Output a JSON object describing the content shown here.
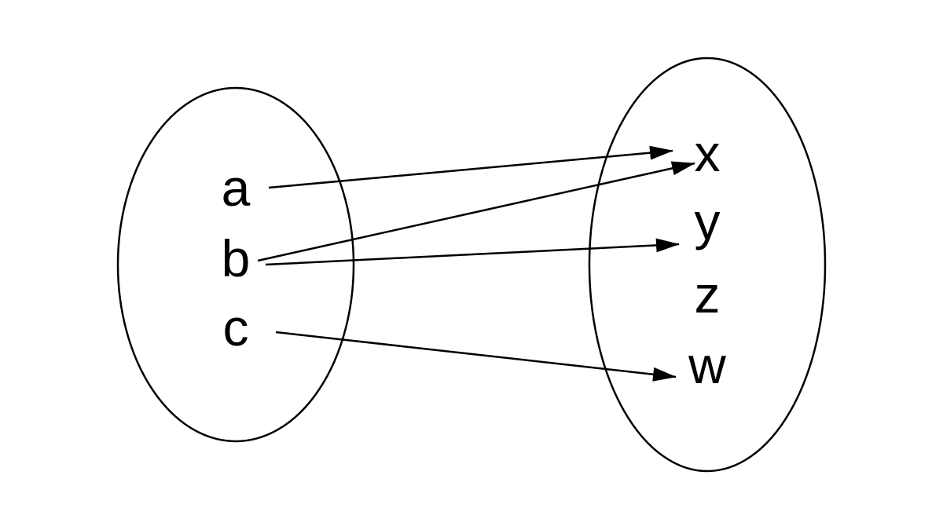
{
  "domain_set": {
    "elements": [
      "a",
      "b",
      "c"
    ]
  },
  "codomain_set": {
    "elements": [
      "x",
      "y",
      "z",
      "w"
    ]
  },
  "mappings": [
    {
      "from": "a",
      "to": "x"
    },
    {
      "from": "b",
      "to": "x"
    },
    {
      "from": "b",
      "to": "y"
    },
    {
      "from": "c",
      "to": "w"
    }
  ],
  "colors": {
    "stroke": "#000000",
    "text": "#000000",
    "background": "#ffffff"
  }
}
